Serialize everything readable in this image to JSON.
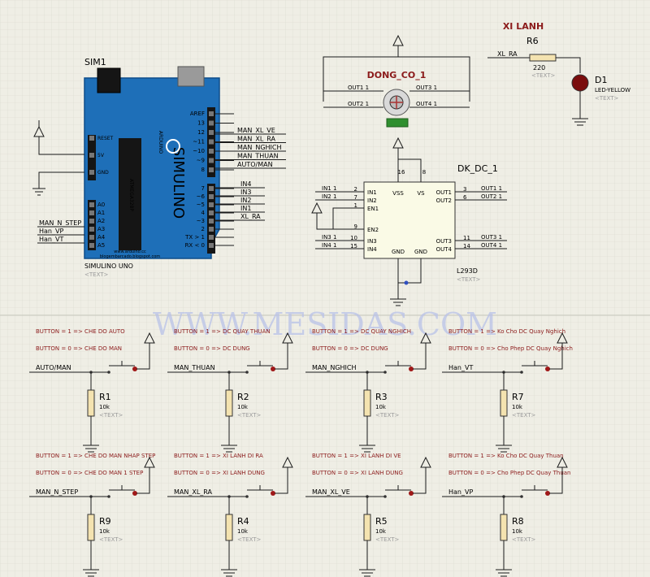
{
  "watermark": "WWW.MESIDAS.COM",
  "arduino": {
    "ref": "SIM1",
    "name": "SIMULINO UNO",
    "text_ph": "<TEXT>",
    "brand": "SIMULINO",
    "sub": "ARDUINO",
    "site1": "www.arduino.cc",
    "site2": "blogembarcado.blogspot.com",
    "pins_left_top": [
      "RESET",
      "5V",
      "GND"
    ],
    "pins_left_analog": [
      "A0",
      "A1",
      "A2",
      "A3",
      "A4",
      "A5"
    ],
    "pins_right": [
      "AREF",
      "13",
      "12",
      "~11",
      "~10",
      "~9",
      "8",
      "7",
      "~6",
      "~5",
      "4",
      "~3",
      "2",
      "TX > 1",
      "RX < 0"
    ],
    "nets_left": [
      "MAN_N_STEP",
      "Han_VP",
      "Han_VT"
    ],
    "nets_right_top": [
      "MAN_XL_VE",
      "MAN_XL_RA",
      "MAN_NGHICH",
      "MAN_THUAN",
      "AUTO/MAN"
    ],
    "nets_right_bot": [
      "IN4",
      "IN3",
      "IN2",
      "IN1",
      "XL_RA"
    ]
  },
  "motor": {
    "ref": "DONG_CO_1",
    "nets": [
      "OUT1",
      "OUT2",
      "OUT3",
      "OUT4"
    ]
  },
  "driver": {
    "ref": "DK_DC_1",
    "part": "L293D",
    "text_ph": "<TEXT>",
    "pins_left": [
      "IN1",
      "IN2",
      "EN1",
      "EN2",
      "IN3",
      "IN4"
    ],
    "pin_nums_left": [
      "2",
      "7",
      "1",
      "9",
      "10",
      "15"
    ],
    "pins_right": [
      "OUT1",
      "OUT2",
      "OUT3",
      "OUT4"
    ],
    "pin_nums_right": [
      "3",
      "6",
      "11",
      "14"
    ],
    "top_pins": [
      "VSS",
      "VS"
    ],
    "top_nums": [
      "16",
      "8"
    ],
    "bot_pins": [
      "GND",
      "GND"
    ],
    "nets_in": [
      "IN1",
      "IN2",
      "IN3",
      "IN4"
    ],
    "nets_out": [
      "OUT1",
      "OUT2",
      "OUT3",
      "OUT4"
    ]
  },
  "led": {
    "title": "XI LANH",
    "res_ref": "R6",
    "res_val": "220",
    "res_ph": "<TEXT>",
    "net": "XL_RA",
    "ref": "D1",
    "part": "LED-YELLOW",
    "text_ph": "<TEXT>"
  },
  "buttons": [
    {
      "c1": "BUTTON = 1 => CHE DO AUTO",
      "c0": "BUTTON = 0 => CHE DO MAN",
      "net": "AUTO/MAN",
      "r": "R1",
      "v": "10k"
    },
    {
      "c1": "BUTTON = 1 => DC QUAY THUAN",
      "c0": "BUTTON = 0 => DC DUNG",
      "net": "MAN_THUAN",
      "r": "R2",
      "v": "10k"
    },
    {
      "c1": "BUTTON = 1 => DC QUAY NGHICH",
      "c0": "BUTTON = 0 => DC DUNG",
      "net": "MAN_NGHICH",
      "r": "R3",
      "v": "10k"
    },
    {
      "c1": "BUTTON = 1 => Ko Cho DC Quay Nghich",
      "c0": "BUTTON = 0 => Cho Phep DC Quay Nghich",
      "net": "Han_VT",
      "r": "R7",
      "v": "10k"
    },
    {
      "c1": "BUTTON = 1 => CHE DO MAN NHAP STEP",
      "c0": "BUTTON = 0 => CHE DO MAN 1 STEP",
      "net": "MAN_N_STEP",
      "r": "R9",
      "v": "10k"
    },
    {
      "c1": "BUTTON = 1 => XI LANH DI RA",
      "c0": "BUTTON = 0 => XI LANH DUNG",
      "net": "MAN_XL_RA",
      "r": "R4",
      "v": "10k"
    },
    {
      "c1": "BUTTON = 1 => XI LANH DI VE",
      "c0": "BUTTON = 0 => XI LANH DUNG",
      "net": "MAN_XL_VE",
      "r": "R5",
      "v": "10k"
    },
    {
      "c1": "BUTTON = 1 => Ko Cho DC Quay Thuan",
      "c0": "BUTTON = 0 => Cho Phep DC Quay Thuan",
      "net": "Han_VP",
      "r": "R8",
      "v": "10k"
    }
  ],
  "text_ph": "<TEXT>"
}
